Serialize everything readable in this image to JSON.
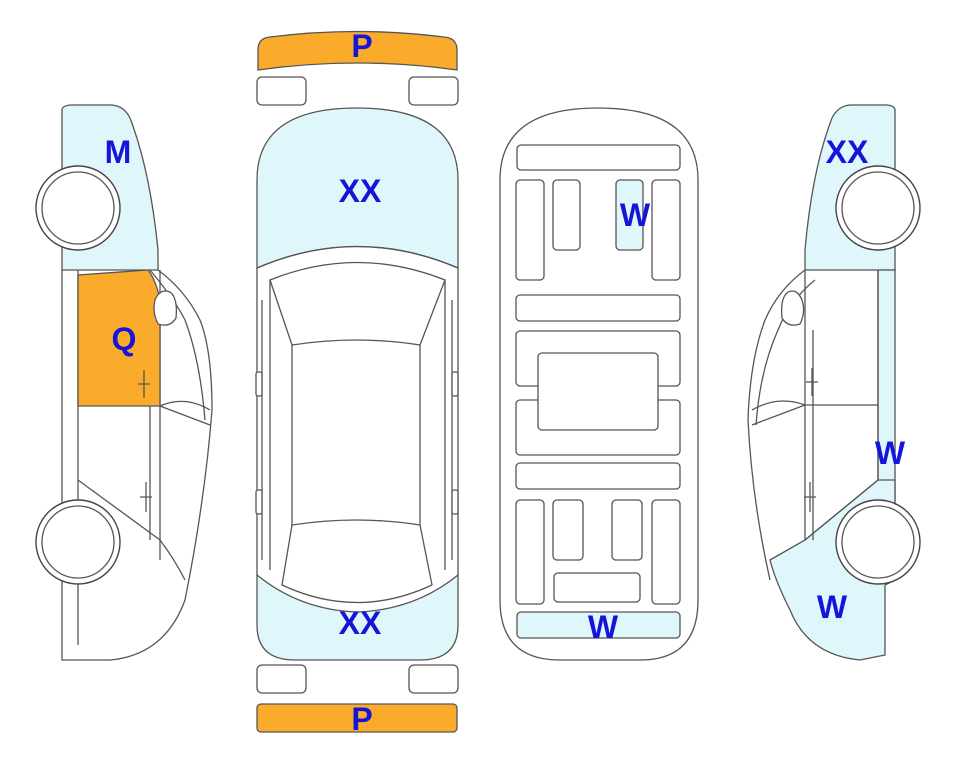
{
  "colors": {
    "outline": "#555555",
    "light_blue": "#dff6fb",
    "orange": "#fbab2c",
    "label": "#1515d9"
  },
  "labels": {
    "left_roof": "M",
    "left_front_door": "Q",
    "front_bumper": "P",
    "hood": "XX",
    "trunk": "XX",
    "rear_bumper": "P",
    "floor_seat": "W",
    "floor_rear_panel": "W",
    "right_roof": "XX",
    "right_rear_quarter": "W",
    "right_rear_fender": "W"
  }
}
